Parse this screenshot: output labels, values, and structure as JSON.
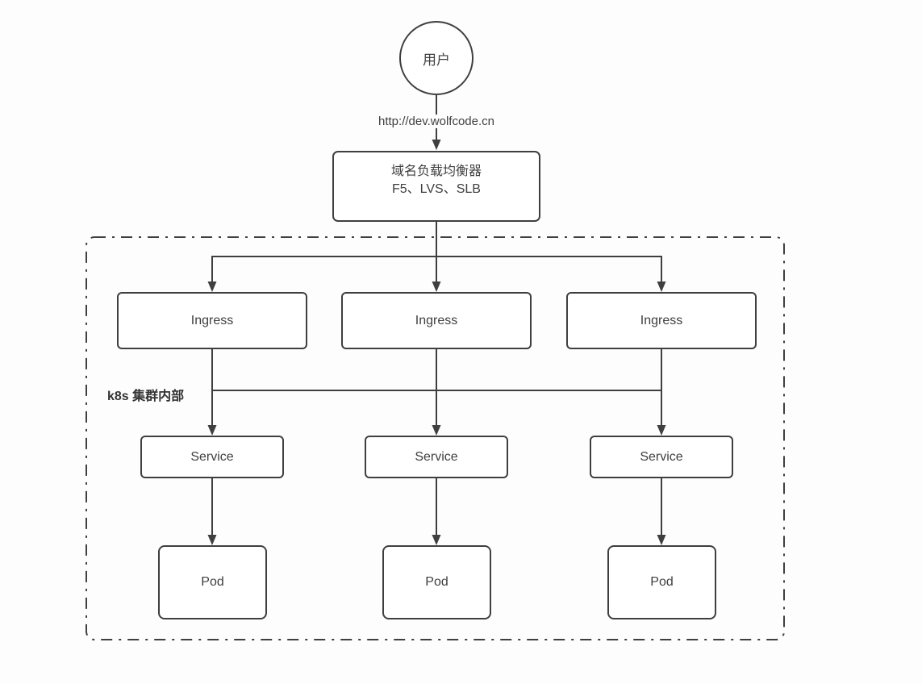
{
  "colors": {
    "line": "#3f3f3f",
    "background": "#fdfdfd",
    "node_fill": "#ffffff"
  },
  "diagram": {
    "user": {
      "label": "用户"
    },
    "request_url": "http://dev.wolfcode.cn",
    "load_balancer": {
      "title": "域名负载均衡器",
      "subtitle": "F5、LVS、SLB"
    },
    "cluster": {
      "label": "k8s 集群内部"
    },
    "ingress_nodes": [
      {
        "label": "Ingress"
      },
      {
        "label": "Ingress"
      },
      {
        "label": "Ingress"
      }
    ],
    "service_nodes": [
      {
        "label": "Service"
      },
      {
        "label": "Service"
      },
      {
        "label": "Service"
      }
    ],
    "pod_nodes": [
      {
        "label": "Pod"
      },
      {
        "label": "Pod"
      },
      {
        "label": "Pod"
      }
    ]
  }
}
